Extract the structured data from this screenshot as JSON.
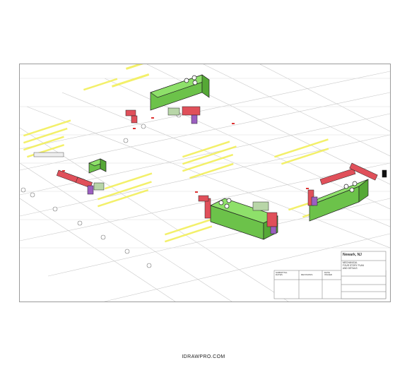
{
  "title_block": {
    "project_location": "Newark, NJ",
    "sheet_title": "MECHANICAL\nFOUR STORY PLAN\nAND DETAILS",
    "submittal_label": "SUBMITTAL\nDATES",
    "revisions_label": "REVISIONS",
    "date_label": "DATE\nISSUED"
  },
  "footer": {
    "site": "IDRAWPRO.COM"
  },
  "colors": {
    "equipment_green": "#7fd35a",
    "duct_red": "#e0505a",
    "duct_purple": "#9b5fc0",
    "callout_yellow": "#f2ef5a",
    "grid_line": "#c8c8c8",
    "sheet_border": "#9a9a9a"
  }
}
